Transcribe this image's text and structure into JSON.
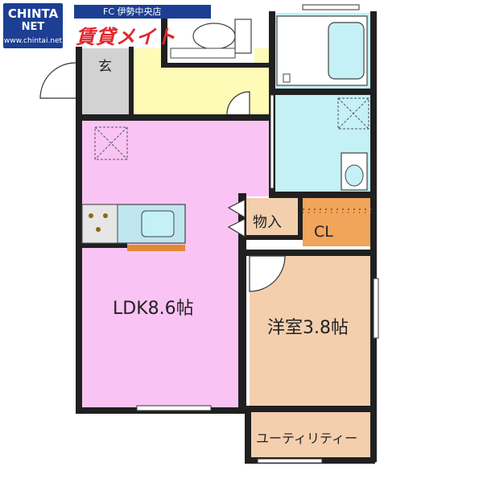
{
  "header": {
    "logo_main": "CHINTA",
    "logo_sub": "NET",
    "logo_url": "www.chintai.net",
    "store_name": "FC 伊勢中央店",
    "brand_name": "賃貸メイト"
  },
  "rooms": {
    "entrance": "玄",
    "ldk": "LDK8.6帖",
    "storage": "物入",
    "closet": "CL",
    "western": "洋室3.8帖",
    "utility": "ユーティリティー"
  },
  "colors": {
    "ldk": "#f9c4f4",
    "western": "#f3cfae",
    "closet": "#f0a55a",
    "bath": "#c4f0f6",
    "hall": "#fdfbb6",
    "entrance": "#d2d2d2",
    "wall": "#202020",
    "brand_blue": "#1c3f94",
    "brand_red": "#e0262b"
  }
}
